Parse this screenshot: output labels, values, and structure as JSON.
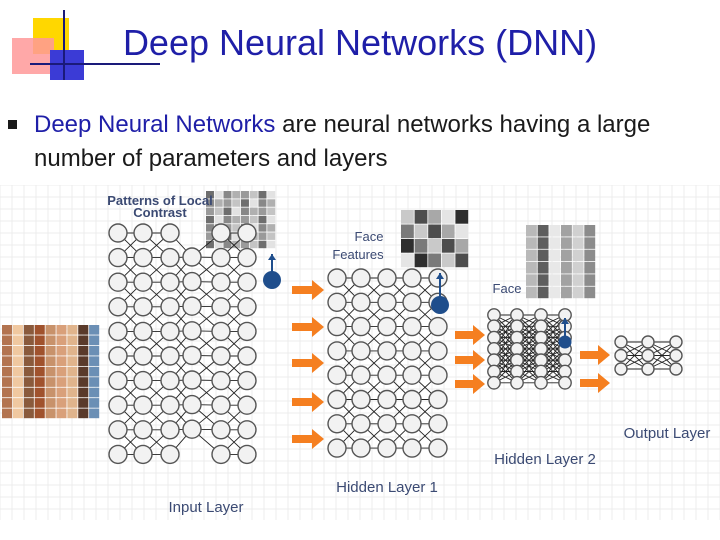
{
  "slide": {
    "title": "Deep Neural Networks (DNN)",
    "bullet": {
      "highlight": "Deep Neural Networks",
      "text": " are neural networks having a large number of parameters and layers"
    }
  },
  "diagram": {
    "labels": {
      "patterns": [
        "Patterns of Local",
        "Contrast"
      ],
      "face_features": [
        "Face",
        "Features"
      ],
      "face": "Face",
      "input_layer": "Input Layer",
      "hidden_layer_1": "Hidden Layer 1",
      "hidden_layer_2": "Hidden Layer 2",
      "output_layer": "Output Layer"
    },
    "colors": {
      "node_stroke": "#555555",
      "node_fill": "#f2f2f2",
      "edge": "#222222",
      "arrow": "#f57f20",
      "feature_node": "#1f4e8c",
      "label": "#3b4a73"
    }
  }
}
